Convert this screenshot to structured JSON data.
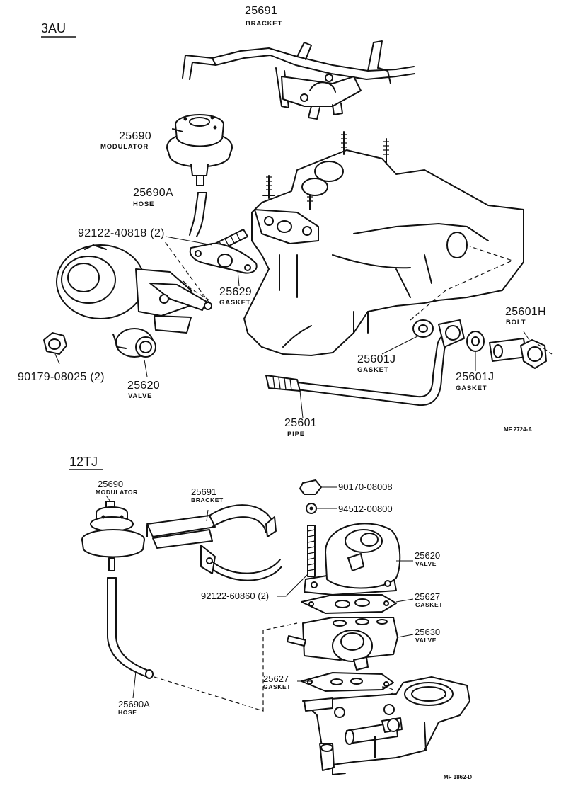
{
  "top_section": {
    "model": "3AU",
    "parts": [
      {
        "number": "25691",
        "name": "BRACKET"
      },
      {
        "number": "25690",
        "name": "MODULATOR"
      },
      {
        "number": "25690A",
        "name": "HOSE"
      },
      {
        "number": "92122-40818 (2)",
        "name": ""
      },
      {
        "number": "25629",
        "name": "GASKET"
      },
      {
        "number": "90179-08025 (2)",
        "name": ""
      },
      {
        "number": "25620",
        "name": "VALVE"
      },
      {
        "number": "25601H",
        "name": "BOLT"
      },
      {
        "number": "25601J",
        "name": "GASKET"
      },
      {
        "number": "25601J",
        "name": "GASKET"
      },
      {
        "number": "25601",
        "name": "PIPE"
      }
    ],
    "figure_ref": "MF 2724-A"
  },
  "bottom_section": {
    "model": "12TJ",
    "parts": [
      {
        "number": "25690",
        "name": "MODULATOR"
      },
      {
        "number": "25691",
        "name": "BRACKET"
      },
      {
        "number": "90170-08008",
        "name": ""
      },
      {
        "number": "94512-00800",
        "name": ""
      },
      {
        "number": "25620",
        "name": "VALVE"
      },
      {
        "number": "92122-60860 (2)",
        "name": ""
      },
      {
        "number": "25627",
        "name": "GASKET"
      },
      {
        "number": "25630",
        "name": "VALVE"
      },
      {
        "number": "25627",
        "name": "GASKET"
      },
      {
        "number": "25690A",
        "name": "HOSE"
      }
    ],
    "figure_ref": "MF 1862-D"
  }
}
